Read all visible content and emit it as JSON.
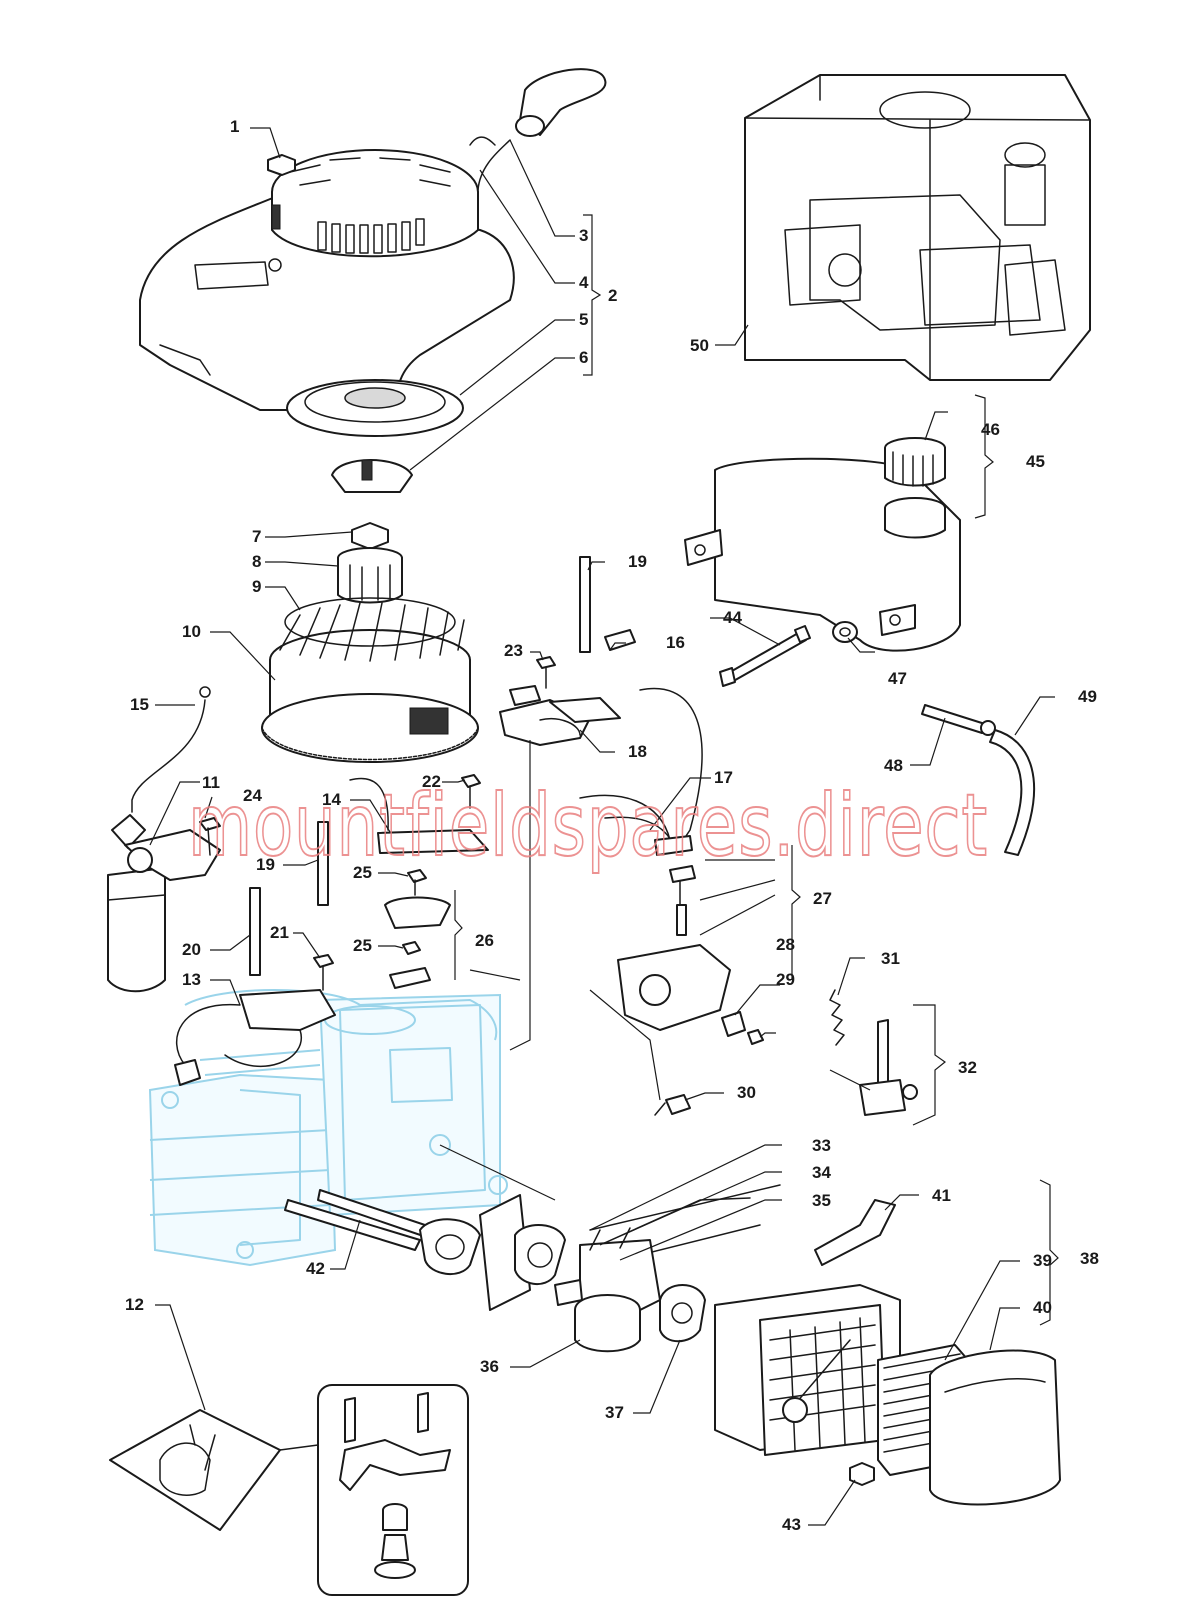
{
  "watermark": "mountfieldspares.direct",
  "callouts": [
    {
      "id": "1",
      "label": "1"
    },
    {
      "id": "2",
      "label": "2"
    },
    {
      "id": "3",
      "label": "3"
    },
    {
      "id": "4",
      "label": "4"
    },
    {
      "id": "5",
      "label": "5"
    },
    {
      "id": "6",
      "label": "6"
    },
    {
      "id": "7",
      "label": "7"
    },
    {
      "id": "8",
      "label": "8"
    },
    {
      "id": "9",
      "label": "9"
    },
    {
      "id": "10",
      "label": "10"
    },
    {
      "id": "11",
      "label": "11"
    },
    {
      "id": "12",
      "label": "12"
    },
    {
      "id": "13",
      "label": "13"
    },
    {
      "id": "14",
      "label": "14"
    },
    {
      "id": "15",
      "label": "15"
    },
    {
      "id": "16",
      "label": "16"
    },
    {
      "id": "17",
      "label": "17"
    },
    {
      "id": "18",
      "label": "18"
    },
    {
      "id": "19a",
      "label": "19"
    },
    {
      "id": "19b",
      "label": "19"
    },
    {
      "id": "20",
      "label": "20"
    },
    {
      "id": "21",
      "label": "21"
    },
    {
      "id": "22",
      "label": "22"
    },
    {
      "id": "23",
      "label": "23"
    },
    {
      "id": "24",
      "label": "24"
    },
    {
      "id": "25a",
      "label": "25"
    },
    {
      "id": "25b",
      "label": "25"
    },
    {
      "id": "26",
      "label": "26"
    },
    {
      "id": "27",
      "label": "27"
    },
    {
      "id": "28",
      "label": "28"
    },
    {
      "id": "29",
      "label": "29"
    },
    {
      "id": "30",
      "label": "30"
    },
    {
      "id": "31",
      "label": "31"
    },
    {
      "id": "32",
      "label": "32"
    },
    {
      "id": "33",
      "label": "33"
    },
    {
      "id": "34",
      "label": "34"
    },
    {
      "id": "35",
      "label": "35"
    },
    {
      "id": "36",
      "label": "36"
    },
    {
      "id": "37",
      "label": "37"
    },
    {
      "id": "38",
      "label": "38"
    },
    {
      "id": "39",
      "label": "39"
    },
    {
      "id": "40",
      "label": "40"
    },
    {
      "id": "41",
      "label": "41"
    },
    {
      "id": "42",
      "label": "42"
    },
    {
      "id": "43",
      "label": "43"
    },
    {
      "id": "44",
      "label": "44"
    },
    {
      "id": "45",
      "label": "45"
    },
    {
      "id": "46",
      "label": "46"
    },
    {
      "id": "47",
      "label": "47"
    },
    {
      "id": "48",
      "label": "48"
    },
    {
      "id": "49",
      "label": "49"
    },
    {
      "id": "50",
      "label": "50"
    }
  ]
}
